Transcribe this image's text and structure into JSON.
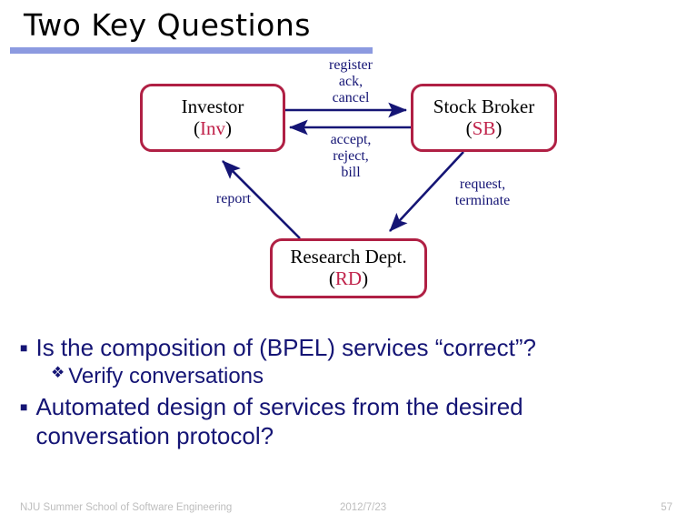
{
  "slide": {
    "title": "Two Key Questions",
    "rule_color": "#8c9ae0"
  },
  "diagram": {
    "node_border_color": "#b02044",
    "accent_color": "#c0224a",
    "arrow_color": "#151575",
    "nodes": [
      {
        "id": "investor",
        "name": "Investor",
        "abbr_open": "(",
        "abbr": "Inv",
        "abbr_close": ")"
      },
      {
        "id": "stock-broker",
        "name": "Stock Broker",
        "abbr_open": "(",
        "abbr": "SB",
        "abbr_close": ")"
      },
      {
        "id": "research-dept",
        "name": "Research Dept.",
        "abbr_open": "(",
        "abbr": "RD",
        "abbr_close": ")"
      }
    ],
    "edges": [
      {
        "id": "inv-to-sb",
        "label": "register\nack,\ncancel",
        "direction": "right"
      },
      {
        "id": "sb-to-inv",
        "label": "accept,\nreject,\nbill",
        "direction": "left"
      },
      {
        "id": "rd-to-inv",
        "label": "report",
        "direction": "up-left"
      },
      {
        "id": "sb-to-rd",
        "label": "request,\nterminate",
        "direction": "down-left"
      }
    ]
  },
  "bullets": {
    "marker_level1": "■",
    "marker_level2": "❖",
    "items": [
      {
        "level": 1,
        "text": "Is the composition of (BPEL) services “correct”?"
      },
      {
        "level": 2,
        "text": "Verify conversations"
      },
      {
        "level": 1,
        "text": "Automated design of services from the desired conversation protocol?"
      }
    ]
  },
  "footer": {
    "org": "NJU Summer School of Software Engineering",
    "date": "2012/7/23",
    "page": "57"
  }
}
